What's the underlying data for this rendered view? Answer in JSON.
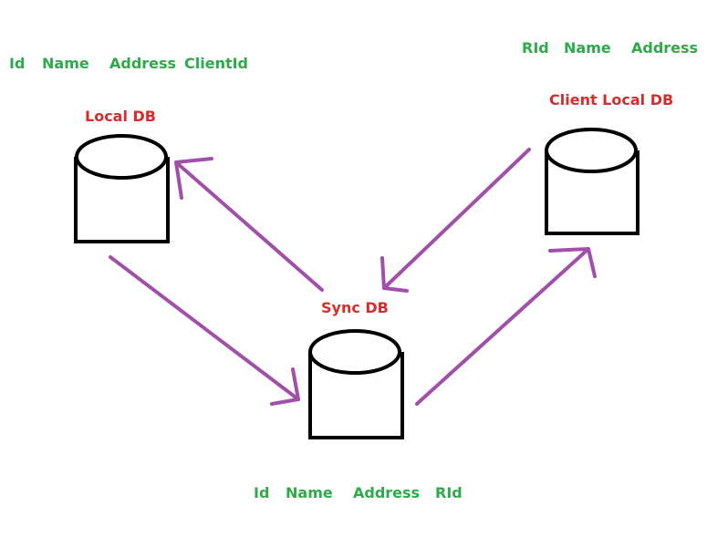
{
  "colors": {
    "field": "#2eaa4a",
    "db_label": "#d62c2c",
    "arrow": "#a050a8",
    "outline": "#000000"
  },
  "databases": {
    "local": {
      "label": "Local DB",
      "fields": [
        "Id",
        "Name",
        "Address",
        "ClientId"
      ]
    },
    "client_local": {
      "label": "Client Local DB",
      "fields": [
        "RId",
        "Name",
        "Address"
      ]
    },
    "sync": {
      "label": "Sync DB",
      "fields": [
        "Id",
        "Name",
        "Address",
        "RId"
      ]
    }
  }
}
